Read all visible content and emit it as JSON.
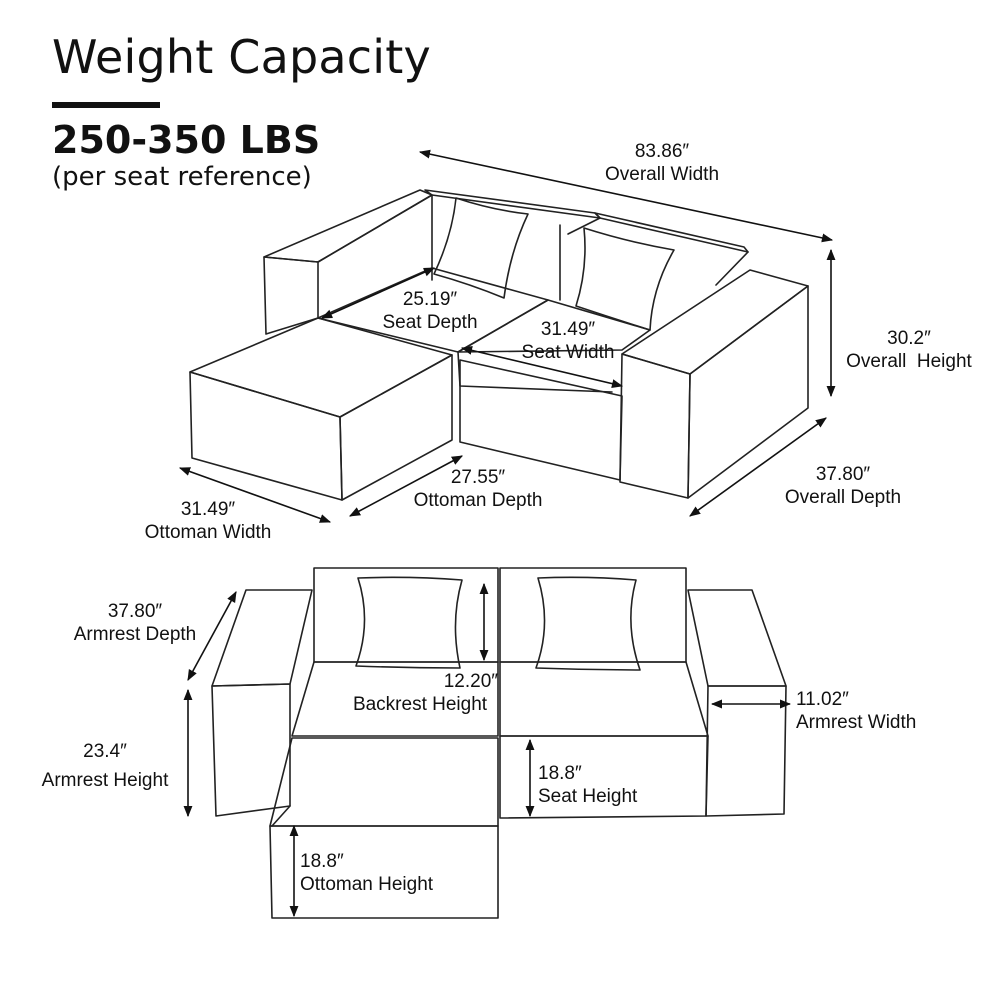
{
  "header": {
    "title": "Weight Capacity",
    "capacity": "250-350 LBS",
    "note": "(per seat reference)"
  },
  "top_view": {
    "overall_width": {
      "value": "83.86″",
      "label": "Overall Width"
    },
    "overall_height": {
      "value": "30.2″",
      "label": "Overall  Height"
    },
    "seat_depth": {
      "value": "25.19″",
      "label": "Seat Depth"
    },
    "seat_width": {
      "value": "31.49″",
      "label": "Seat Width"
    },
    "ottoman_depth": {
      "value": "27.55″",
      "label": "Ottoman Depth"
    },
    "ottoman_width": {
      "value": "31.49″",
      "label": "Ottoman Width"
    },
    "overall_depth": {
      "value": "37.80″",
      "label": "Overall Depth"
    }
  },
  "front_view": {
    "armrest_depth": {
      "value": "37.80″",
      "label": "Armrest Depth"
    },
    "backrest_height": {
      "value": "12.20″",
      "label": "Backrest Height"
    },
    "armrest_width": {
      "value": "11.02″",
      "label": "Armrest Width"
    },
    "armrest_height": {
      "value": "23.4″",
      "label": "Armrest Height"
    },
    "seat_height": {
      "value": "18.8″",
      "label": "Seat Height"
    },
    "ottoman_height": {
      "value": "18.8″",
      "label": "Ottoman Height"
    }
  }
}
